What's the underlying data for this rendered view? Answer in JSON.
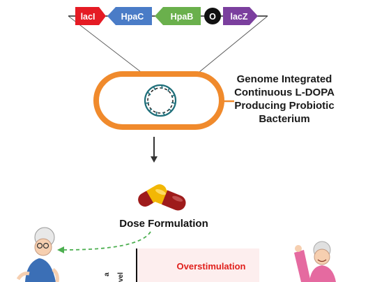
{
  "construct": {
    "genes": [
      {
        "label": "lacI",
        "color": "#e51b24",
        "direction": "right"
      },
      {
        "label": "HpaC",
        "color": "#4a7cc7",
        "direction": "left"
      },
      {
        "label": "HpaB",
        "color": "#6ab04c",
        "direction": "left"
      },
      {
        "label": "O",
        "color": "#111111",
        "shape": "circle"
      },
      {
        "label": "lacZ",
        "color": "#7b3f9e",
        "direction": "right"
      }
    ]
  },
  "bacterium": {
    "label": "Genome Integrated Continuous L-DOPA Producing Probiotic Bacterium",
    "label_lines": [
      "Genome Integrated",
      "Continuous L-DOPA",
      "Producing Probiotic",
      "Bacterium"
    ],
    "membrane_color": "#f08a2c"
  },
  "dose": {
    "label": "Dose Formulation",
    "capsule_colors": {
      "yellow": "#f2b705",
      "red": "#9e1b1b"
    }
  },
  "chart": {
    "y_label_lines": [
      "a",
      "vel"
    ],
    "zone_label": "Overstimulation",
    "zone_color": "#e0201c"
  }
}
